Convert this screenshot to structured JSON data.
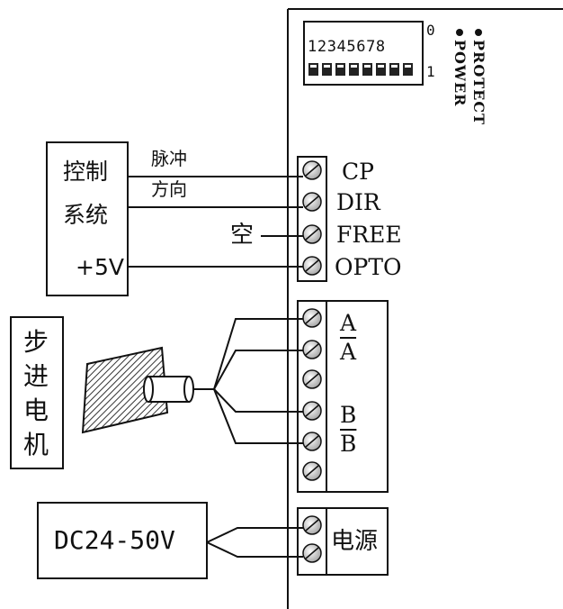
{
  "dip_switch": {
    "numbers": [
      "1",
      "2",
      "3",
      "4",
      "5",
      "6",
      "7",
      "8"
    ],
    "state_off": "0",
    "state_on": "1"
  },
  "indicators": [
    {
      "name": "POWER"
    },
    {
      "name": "PROTECT"
    }
  ],
  "control_terminals": [
    "CP",
    "DIR",
    "FREE",
    "OPTO"
  ],
  "control_system": {
    "label_line1": "控制",
    "label_line2": "系统",
    "supply": "+5V",
    "pulse_label": "脉冲",
    "direction_label": "方向",
    "free_label": "空"
  },
  "motor": {
    "label": [
      "步",
      "进",
      "电",
      "机"
    ],
    "phase_a": "A",
    "phase_a_bar": "A",
    "phase_b": "B",
    "phase_b_bar": "B"
  },
  "power_supply": {
    "voltage": "DC24-50V",
    "label": "电源"
  },
  "colors": {
    "line": "#111111",
    "hatch": "#555555"
  }
}
